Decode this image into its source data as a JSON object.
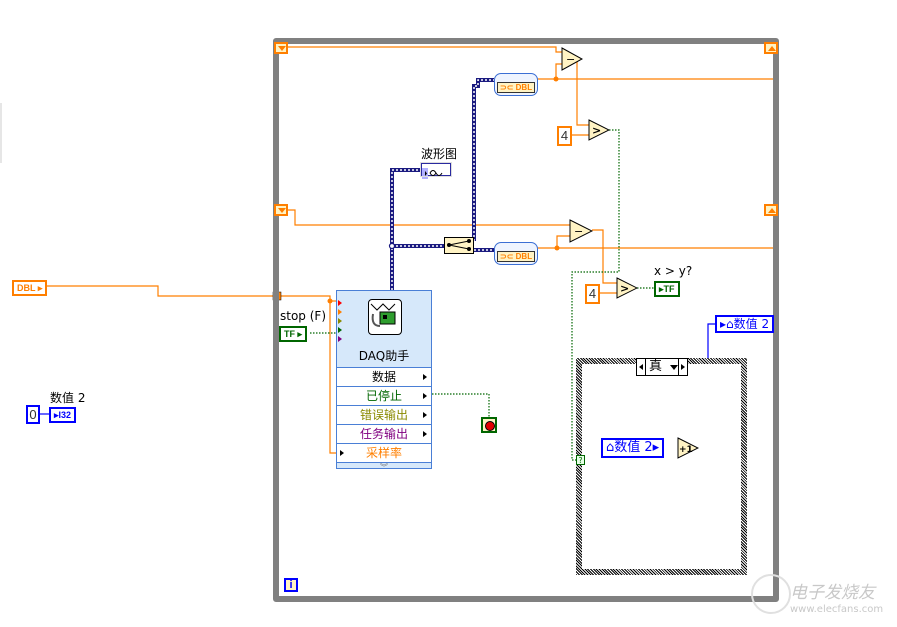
{
  "diagram": {
    "type": "LabVIEW block diagram",
    "controls_outside_loop": {
      "dbl_control": {
        "terminal": "DBL"
      },
      "numeric2": {
        "label": "数值 2",
        "constant": "0",
        "terminal": "I32"
      }
    },
    "while_loop": {
      "stop_control": {
        "label": "stop (F)",
        "terminal": "TF"
      },
      "waveform_graph": {
        "label": "波形图"
      },
      "daq_assistant": {
        "title": "DAQ助手",
        "outputs": [
          "数据",
          "已停止",
          "错误输出",
          "任务输出"
        ],
        "inputs": [
          "采样率"
        ],
        "colors": {
          "数据": "#000000",
          "已停止": "#006600",
          "错误输出": "#8a8a00",
          "任务输出": "#800080",
          "采样率": "#ff7f00"
        }
      },
      "subtract_1": {
        "op": "−"
      },
      "subtract_2": {
        "op": "−"
      },
      "greater_1": {
        "op": ">",
        "constant": "4"
      },
      "greater_2": {
        "op": ">",
        "constant": "4",
        "indicator_label": "x > y?",
        "indicator_terminal": "TF"
      },
      "waveform_to_dbl_1": {
        "label": "DBL"
      },
      "waveform_to_dbl_2": {
        "label": "DBL"
      },
      "case_structure": {
        "selector": "真",
        "local_var_read": "数值 2",
        "increment": "+1",
        "local_var_write": "数值 2",
        "condition_terminal": "?"
      },
      "loop_iteration_icon": "i"
    },
    "watermark": {
      "text": "电子发烧友",
      "url_text": "www.elecfans.com"
    },
    "colors": {
      "orange_wire": "#ff7f00",
      "blue_wire": "#0000ff",
      "dynamic_wire": "#1a1a80",
      "boolean_wire": "#006600",
      "loop_border": "#808080",
      "node_fill": "#fff3c4"
    }
  }
}
